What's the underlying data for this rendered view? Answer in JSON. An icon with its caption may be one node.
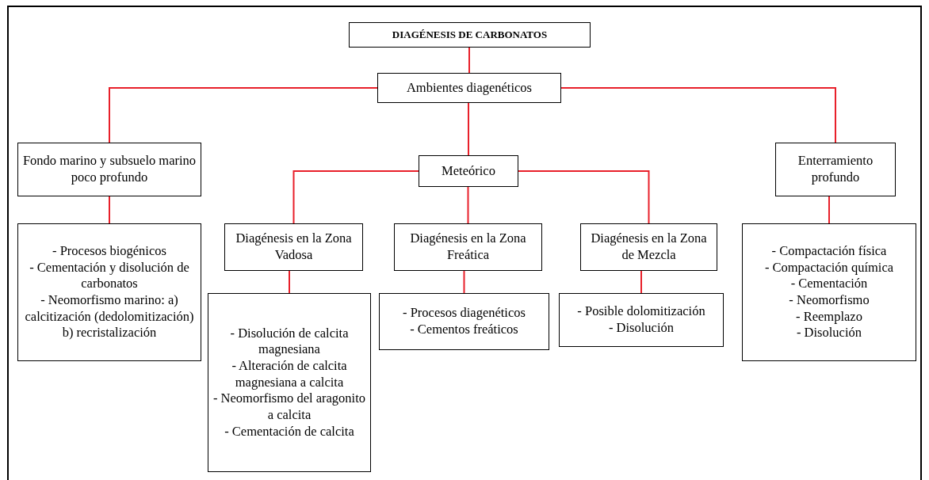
{
  "diagram": {
    "nodes": [
      {
        "text": [
          "DIAGÉNESIS DE CARBONATOS"
        ]
      },
      {
        "text": [
          "Ambientes diagenéticos"
        ]
      },
      {
        "text": [
          "Fondo marino y subsuelo marino poco profundo"
        ]
      },
      {
        "text": [
          "Meteórico"
        ]
      },
      {
        "text": [
          "Enterramiento profundo"
        ]
      },
      {
        "text": [
          "- Procesos biogénicos",
          "- Cementación y disolución de carbonatos",
          "- Neomorfismo marino: a) calcitización (dedolomitización) b) recristalización"
        ]
      },
      {
        "text": [
          "Diagénesis en la Zona Vadosa"
        ]
      },
      {
        "text": [
          "Diagénesis en la Zona Freática"
        ]
      },
      {
        "text": [
          "Diagénesis en la Zona de Mezcla"
        ]
      },
      {
        "text": [
          "- Compactación física",
          "- Compactación química",
          "- Cementación",
          "- Neomorfismo",
          "- Reemplazo",
          "- Disolución"
        ]
      },
      {
        "text": [
          "- Disolución de calcita magnesiana",
          "- Alteración de calcita magnesiana a calcita",
          "- Neomorfismo del aragonito a calcita",
          "- Cementación de calcita"
        ]
      },
      {
        "text": [
          "- Procesos diagenéticos",
          "- Cementos freáticos"
        ]
      },
      {
        "text": [
          "- Posible dolomitización",
          "- Disolución"
        ]
      }
    ],
    "edges": [
      {
        "from": 0,
        "to": 1,
        "arrow": "none"
      },
      {
        "from": 1,
        "to": 2,
        "arrow": "none"
      },
      {
        "from": 1,
        "to": 3,
        "arrow": "none"
      },
      {
        "from": 1,
        "to": 4,
        "arrow": "none"
      },
      {
        "from": 2,
        "to": 5,
        "arrow": "none"
      },
      {
        "from": 3,
        "to": 6,
        "arrow": "none"
      },
      {
        "from": 3,
        "to": 7,
        "arrow": "none"
      },
      {
        "from": 3,
        "to": 8,
        "arrow": "none"
      },
      {
        "from": 4,
        "to": 9,
        "arrow": "none"
      },
      {
        "from": 6,
        "to": 10,
        "arrow": "none"
      },
      {
        "from": 7,
        "to": 11,
        "arrow": "none"
      },
      {
        "from": 8,
        "to": 12,
        "arrow": "none"
      }
    ]
  }
}
